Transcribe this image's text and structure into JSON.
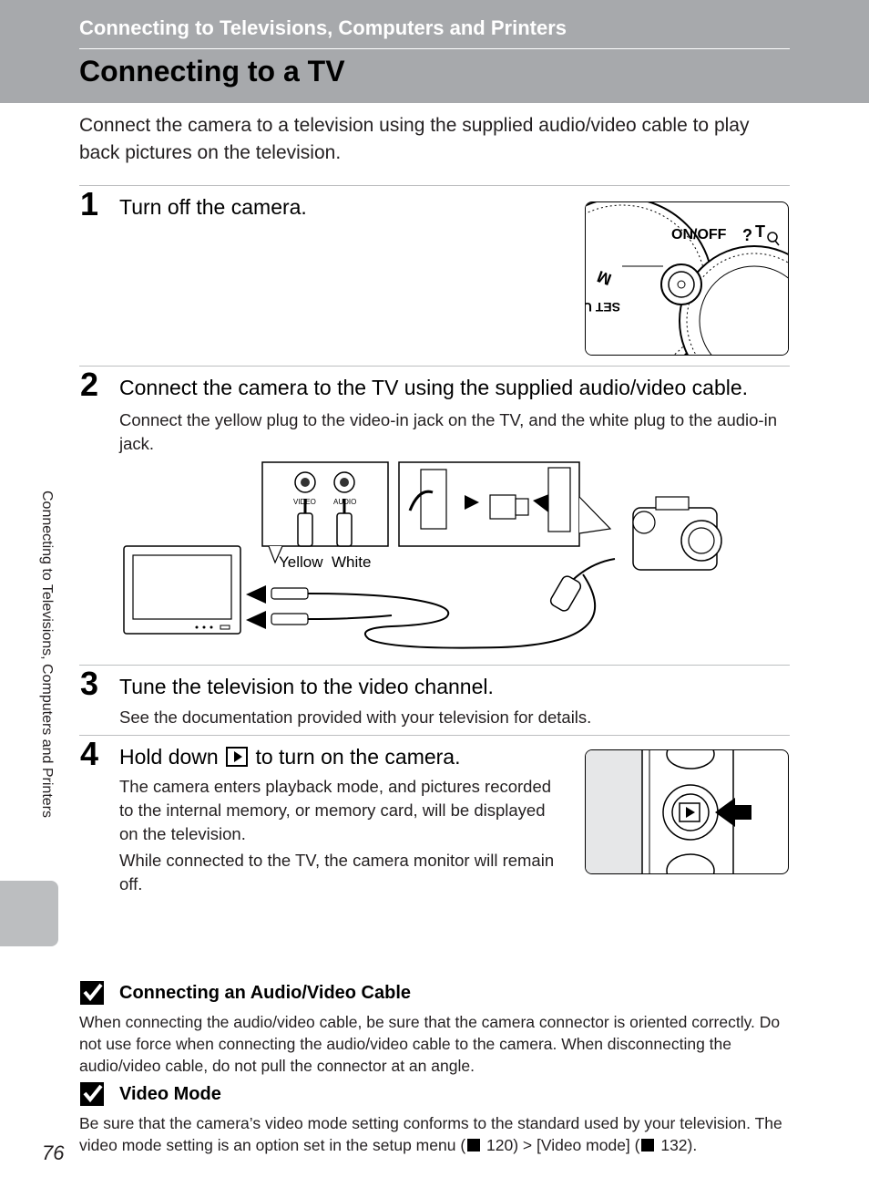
{
  "header": {
    "section_title": "Connecting to Televisions, Computers and Printers",
    "page_title": "Connecting to a TV"
  },
  "intro": "Connect the camera to a television using the supplied audio/video cable to play back pictures on the television.",
  "steps": [
    {
      "num": "1",
      "title": "Turn off the camera."
    },
    {
      "num": "2",
      "title": "Connect the camera to the TV using the supplied audio/video cable.",
      "body": "Connect the yellow plug to the video-in jack on the TV, and the white plug to the audio-in jack."
    },
    {
      "num": "3",
      "title": "Tune the television to the video channel.",
      "body": "See the documentation provided with your television for details."
    },
    {
      "num": "4",
      "title_pre": "Hold down",
      "title_post": "to turn on the camera.",
      "body1": "The camera enters playback mode, and pictures recorded to the internal memory, or memory card, will be displayed on the television.",
      "body2": "While connected to the TV, the camera monitor will remain off."
    }
  ],
  "figures": {
    "dial_label": "ON/OFF",
    "dial_mode_m": "M",
    "dial_mode_setup": "SET U",
    "jack_video": "VIDEO",
    "jack_audio": "AUDIO",
    "plug_yellow": "Yellow",
    "plug_white": "White"
  },
  "notes": [
    {
      "title": "Connecting an Audio/Video Cable",
      "body": "When connecting the audio/video cable, be sure that the camera connector is oriented correctly. Do not use force when connecting the audio/video cable to the camera. When disconnecting the audio/video cable, do not pull the connector at an angle."
    },
    {
      "title": "Video Mode",
      "body_pre": "Be sure that the camera’s video mode setting conforms to the standard used by your television. The video mode setting is an option set in the setup menu (",
      "ref1": " 120) > [Video mode] (",
      "ref2": " 132)."
    }
  ],
  "side_label": "Connecting to Televisions, Computers and Printers",
  "page_number": "76"
}
